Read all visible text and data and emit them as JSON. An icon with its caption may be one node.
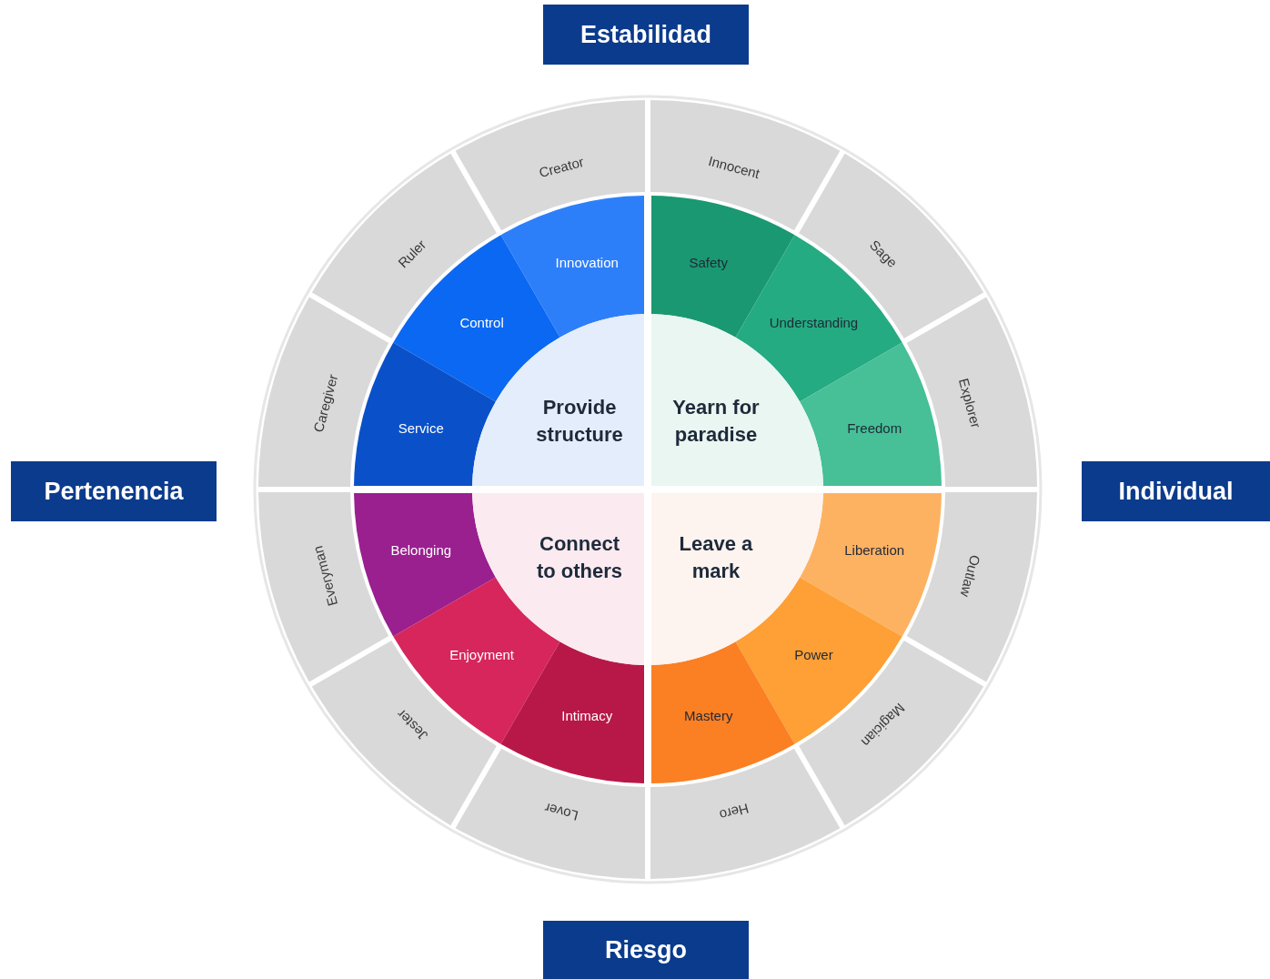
{
  "diagram": {
    "nodes": [
      {
        "text": [
          "Estabilidad"
        ]
      },
      {
        "text": [
          "Pertenencia"
        ]
      },
      {
        "text": [
          "Individual"
        ]
      },
      {
        "text": [
          "Riesgo"
        ]
      },
      {
        "text": [
          "Creator"
        ]
      },
      {
        "text": [
          "Innocent"
        ]
      },
      {
        "text": [
          "Ruler"
        ]
      },
      {
        "text": [
          "Sage"
        ]
      },
      {
        "text": [
          "Caregiver"
        ]
      },
      {
        "text": [
          "Explorer"
        ]
      },
      {
        "text": [
          "Everyman"
        ]
      },
      {
        "text": [
          "Outlaw"
        ]
      },
      {
        "text": [
          "Jester"
        ]
      },
      {
        "text": [
          "Magician"
        ]
      },
      {
        "text": [
          "Lover"
        ]
      },
      {
        "text": [
          "Hero"
        ]
      },
      {
        "text": [
          "Innovation"
        ]
      },
      {
        "text": [
          "Safety"
        ]
      },
      {
        "text": [
          "Control"
        ]
      },
      {
        "text": [
          "Understanding"
        ]
      },
      {
        "text": [
          "Service"
        ]
      },
      {
        "text": [
          "Freedom"
        ]
      },
      {
        "text": [
          "Belonging"
        ]
      },
      {
        "text": [
          "Liberation"
        ]
      },
      {
        "text": [
          "Enjoyment"
        ]
      },
      {
        "text": [
          "Power"
        ]
      },
      {
        "text": [
          "Intimacy"
        ]
      },
      {
        "text": [
          "Mastery"
        ]
      },
      {
        "text": [
          "Provide structure"
        ]
      },
      {
        "text": [
          "Yearn for paradise"
        ]
      },
      {
        "text": [
          "Connect to others"
        ]
      },
      {
        "text": [
          "Leave a mark"
        ]
      }
    ],
    "edges": []
  }
}
